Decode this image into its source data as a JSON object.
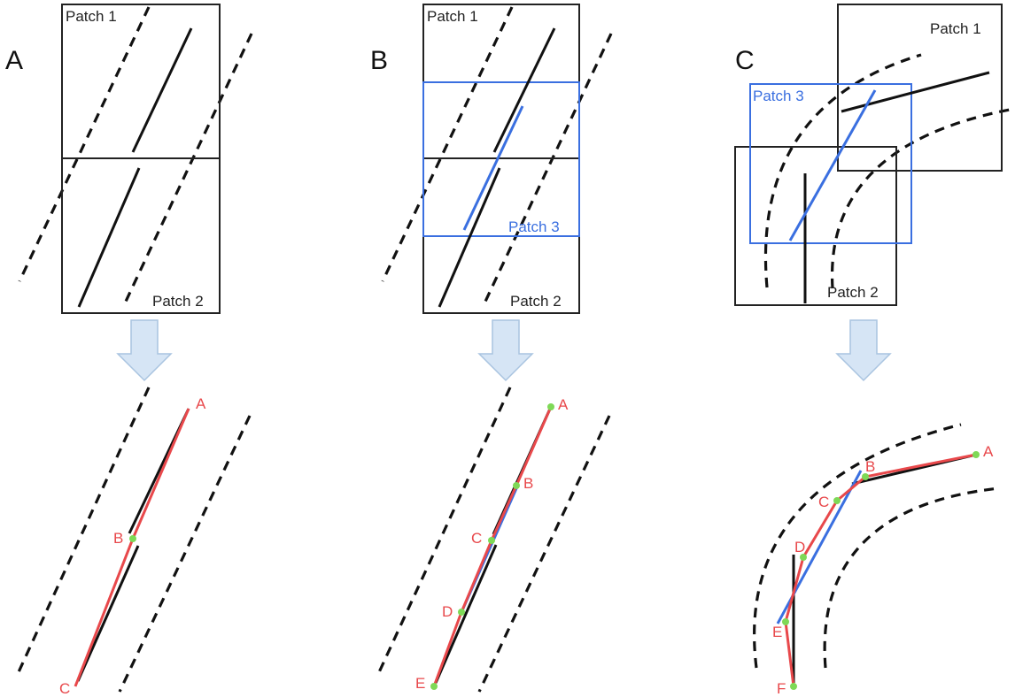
{
  "panels": {
    "a": {
      "letter": "A",
      "patch1": "Patch 1",
      "patch2": "Patch 2",
      "points": [
        "A",
        "B",
        "C"
      ]
    },
    "b": {
      "letter": "B",
      "patch1": "Patch 1",
      "patch2": "Patch 2",
      "patch3": "Patch 3",
      "points": [
        "A",
        "B",
        "C",
        "D",
        "E"
      ]
    },
    "c": {
      "letter": "C",
      "patch1": "Patch 1",
      "patch2": "Patch 2",
      "patch3": "Patch 3",
      "points": [
        "A",
        "B",
        "C",
        "D",
        "E",
        "F"
      ]
    }
  },
  "colors": {
    "segment": "#111111",
    "patch3": "#3a6fe0",
    "fit": "#e8484b",
    "point": "#7ed957",
    "arrow": "#d6e5f5"
  }
}
